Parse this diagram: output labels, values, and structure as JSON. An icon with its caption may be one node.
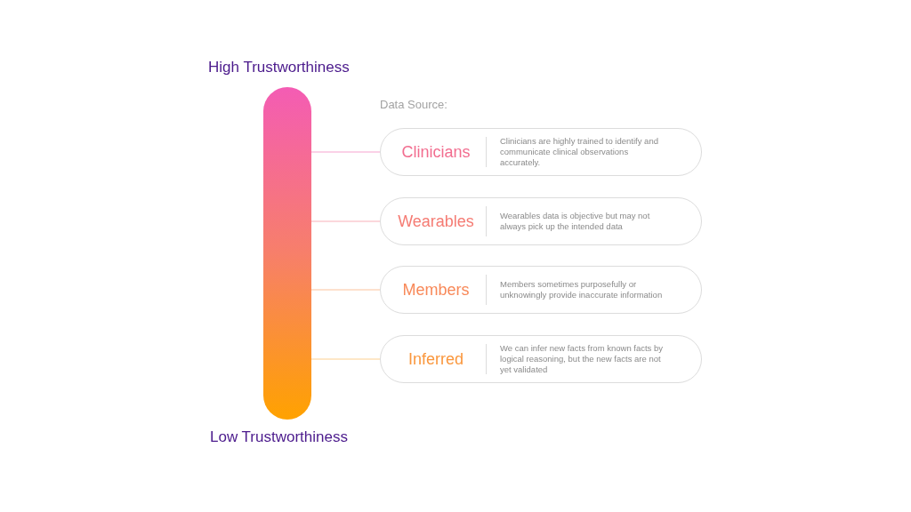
{
  "diagram": {
    "nodes": [
      {
        "text": [],
        "shape": "bar"
      },
      {
        "text": [
          "Clinicians",
          "Clinicians are highly trained to identify and communicate clinical observations accurately."
        ]
      },
      {
        "text": [
          "Wearables",
          "Wearables data is objective but may not always pick up the intended data"
        ]
      },
      {
        "text": [
          "Members",
          "Members sometimes purposefully or unknowingly provide inaccurate information"
        ]
      },
      {
        "text": [
          "Inferred",
          "We can infer new facts from known facts by logical reasoning, but the new facts are not yet validated"
        ]
      }
    ],
    "edges": [
      {
        "from": 0,
        "to": 1,
        "arrow": "none",
        "color": "#f7a3cf"
      },
      {
        "from": 0,
        "to": 2,
        "arrow": "none",
        "color": "#f8b0b8"
      },
      {
        "from": 0,
        "to": 3,
        "arrow": "none",
        "color": "#fbc39c"
      },
      {
        "from": 0,
        "to": 4,
        "arrow": "none",
        "color": "#fdd08f"
      }
    ],
    "labels": [
      "High Trustworthiness",
      "Data Source:",
      "Low Trustworthiness"
    ]
  }
}
